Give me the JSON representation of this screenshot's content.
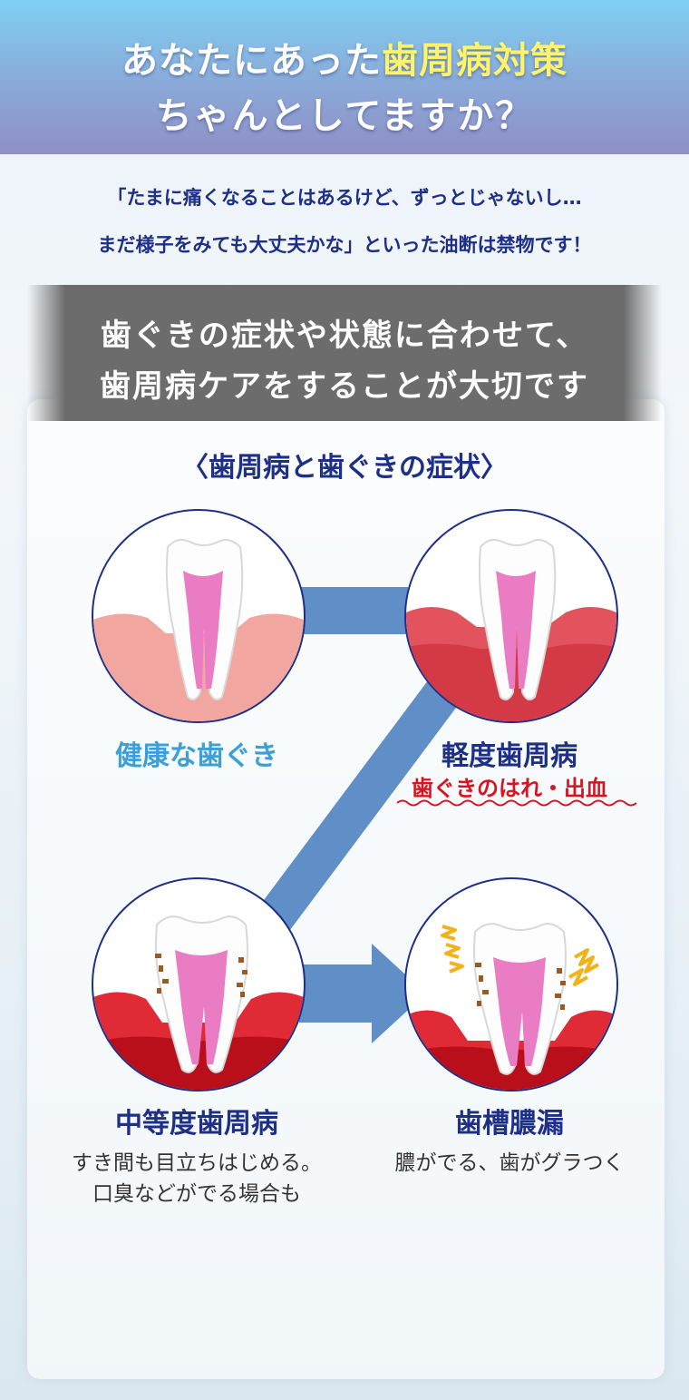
{
  "header": {
    "line1_prefix": "あなたにあった",
    "line1_highlight": "歯周病対策",
    "line2": "ちゃんとしてますか？"
  },
  "intro": {
    "line1": "「たまに痛くなることはあるけど、ずっとじゃないし…",
    "line2": "まだ様子をみても大丈夫かな」といった油断は禁物です！"
  },
  "banner": {
    "line1": "歯ぐきの症状や状態に合わせて、",
    "line2": "歯周病ケアをすることが大切です"
  },
  "section_title": "〈歯周病と歯ぐきの症状〉",
  "stages": [
    {
      "title": "健康な歯ぐき"
    },
    {
      "title": "軽度歯周病",
      "symptom": "歯ぐきのはれ・出血"
    },
    {
      "title": "中等度歯周病",
      "desc1": "すき間も目立ちはじめる。",
      "desc2": "口臭などがでる場合も"
    },
    {
      "title": "歯槽膿漏",
      "desc1": "膿がでる、歯がグラつく"
    }
  ],
  "colors": {
    "navy": "#1e2f86",
    "healthy_blue": "#3d9fd6",
    "alert_red": "#d8151f",
    "arrow_blue": "#5f8fc6",
    "highlight_yellow": "#fff36a"
  }
}
